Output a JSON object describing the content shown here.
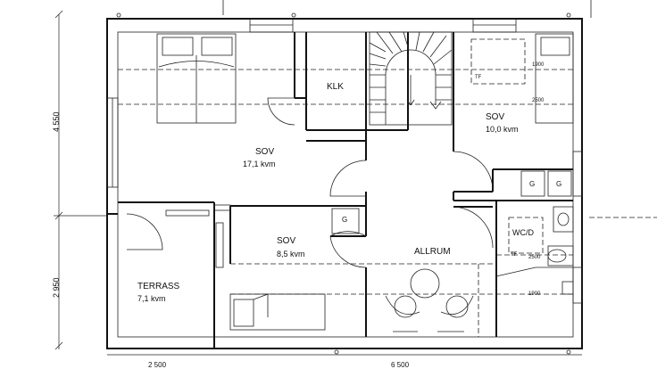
{
  "rooms": {
    "sov_main": {
      "name": "SOV",
      "area": "17,1 kvm"
    },
    "klk": {
      "name": "KLK"
    },
    "sov_right": {
      "name": "SOV",
      "area": "10,0 kvm"
    },
    "sov_small": {
      "name": "SOV",
      "area": "8,5 kvm"
    },
    "allrum": {
      "name": "ALLRUM"
    },
    "terrass": {
      "name": "TERRASS",
      "area": "7,1 kvm"
    },
    "wcd": {
      "name": "WC/D"
    }
  },
  "fixtures": {
    "tf_top": "TF",
    "tf_wc": "TF",
    "g1": "G",
    "g2": "G",
    "g3": "G"
  },
  "notes": {
    "h1900_top": "1900",
    "h2500_top": "2500",
    "h2500_wc": "2500",
    "h1900_bottom": "1900"
  },
  "dimensions": {
    "left_upper": "4 550",
    "left_lower": "2 950",
    "bottom_left": "2 500",
    "bottom_right": "6 500"
  }
}
